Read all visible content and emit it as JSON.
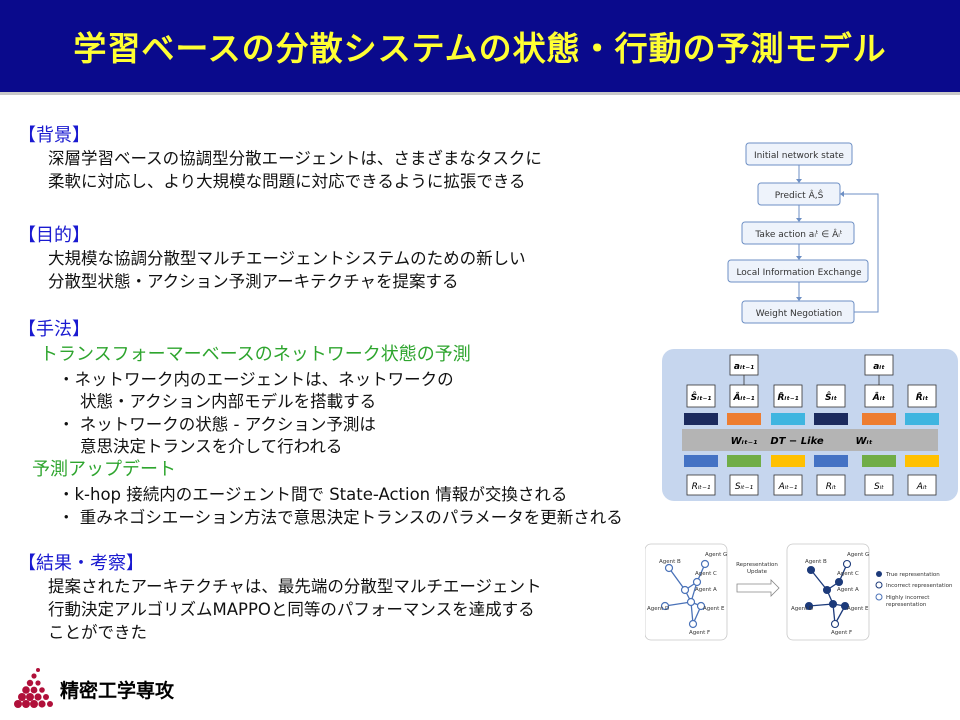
{
  "title": "学習ベースの分散システムの状態・行動の予測モデル",
  "background": {
    "heading": "【背景】",
    "lines": [
      "深層学習ベースの協調型分散エージェントは、さまざまなタスクに",
      "柔軟に対応し、より大規模な問題に対応できるように拡張できる"
    ]
  },
  "purpose": {
    "heading": "【目的】",
    "lines": [
      "大規模な協調分散型マルチエージェントシステムのための新しい",
      "分散型状態・アクション予測アーキテクチャを提案する"
    ]
  },
  "method": {
    "heading": "【手法】",
    "sub1": "トランスフォーマーベースのネットワーク状態の予測",
    "sub1_items": [
      "・ネットワーク内のエージェントは、ネットワークの",
      "状態・アクション内部モデルを搭載する",
      "・ ネットワークの状態 - アクション予測は",
      "意思決定トランスを介して行われる"
    ],
    "sub2": "予測アップデート",
    "sub2_items": [
      "・k-hop 接続内のエージェント間で State-Action 情報が交換される",
      "・ 重みネゴシエーション方法で意思決定トランスのパラメータを更新される"
    ]
  },
  "results": {
    "heading": "【結果・考察】",
    "lines": [
      "提案されたアーキテクチャは、最先端の分散型マルチエージェント",
      "行動決定アルゴリズムMAPPOと同等のパフォーマンスを達成する",
      "ことができた"
    ]
  },
  "logo": {
    "text": "精密工学専攻"
  },
  "flow": {
    "steps": [
      "Initial network state",
      "Predict Â,Ŝ",
      "Take action aᵢᵗ ∈ Âᵢᵗ",
      "Local Information Exchange",
      "Weight Negotiation"
    ]
  },
  "dt": {
    "top_outputs": [
      "aᵢₜ₋₁",
      "aᵢₜ"
    ],
    "tokens": [
      "Ŝᵢₜ₋₁",
      "Âᵢₜ₋₁",
      "R̂ᵢₜ₋₁",
      "Ŝᵢₜ",
      "Âᵢₜ",
      "R̂ᵢₜ"
    ],
    "bar_label": "DT − Like",
    "w_labels": [
      "Wᵢₜ₋₁",
      "Wᵢₜ"
    ],
    "inputs": [
      "Rᵢₜ₋₁",
      "Sᵢₜ₋₁",
      "Aᵢₜ₋₁",
      "Rᵢₜ",
      "Sᵢₜ",
      "Aᵢₜ"
    ]
  },
  "graph": {
    "agents": [
      "Agent B",
      "Agent G",
      "Agent C",
      "Agent A",
      "Agent D",
      "Agent E",
      "Agent F"
    ],
    "arrow_label": [
      "Representation",
      "Update"
    ],
    "legend": [
      "True representation",
      "Incorrect representation",
      "Highly incorrect",
      "representation"
    ]
  },
  "colors": {
    "title_bg": "#0a0a8c",
    "title_fg": "#ffff33",
    "heading": "#1a1ad0",
    "sub": "#2ea52e"
  }
}
